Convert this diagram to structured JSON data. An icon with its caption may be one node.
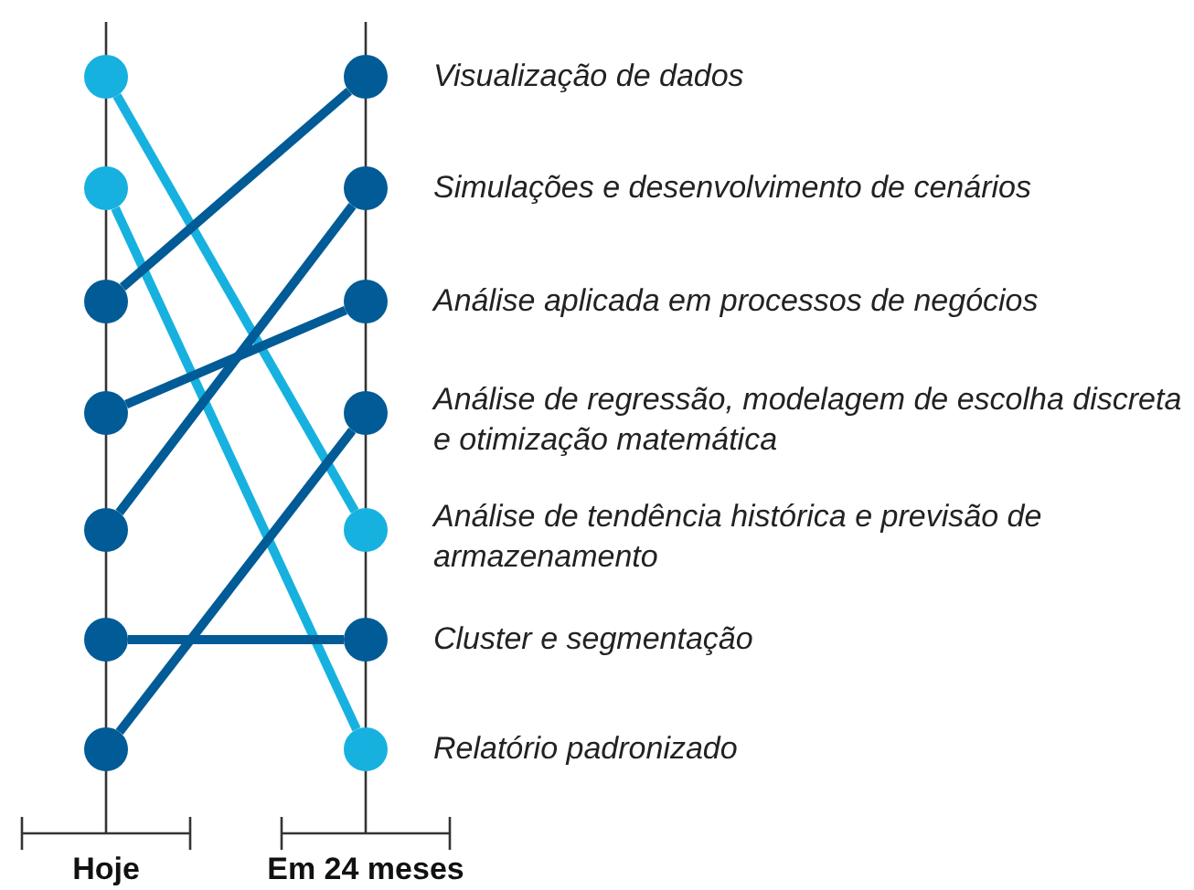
{
  "diagram": {
    "nodes": [
      {
        "text": [],
        "shape": "circle"
      },
      {
        "text": [],
        "shape": "circle"
      },
      {
        "text": [],
        "shape": "circle"
      },
      {
        "text": [],
        "shape": "circle"
      },
      {
        "text": [],
        "shape": "circle"
      },
      {
        "text": [],
        "shape": "circle"
      },
      {
        "text": [],
        "shape": "circle"
      },
      {
        "text": [],
        "shape": "circle",
        "beside": [
          "Visualização de dados"
        ]
      },
      {
        "text": [],
        "shape": "circle",
        "beside": [
          "Simulações e desenvolvimento de cenários"
        ]
      },
      {
        "text": [],
        "shape": "circle",
        "beside": [
          "Análise aplicada em processos de negócios"
        ]
      },
      {
        "text": [],
        "shape": "circle",
        "beside": [
          "Análise de regressão, modelagem de escolha discreta e otimização matemática"
        ]
      },
      {
        "text": [],
        "shape": "circle",
        "beside": [
          "Análise de tendência histórica e previsão de armazenamento"
        ]
      },
      {
        "text": [],
        "shape": "circle",
        "beside": [
          "Cluster e segmentação"
        ]
      },
      {
        "text": [],
        "shape": "circle",
        "beside": [
          "Relatório padronizado"
        ]
      }
    ],
    "edges": [
      {
        "from": 0,
        "to": 11,
        "arrow": "none",
        "color": "#17b1e0"
      },
      {
        "from": 1,
        "to": 13,
        "arrow": "none",
        "color": "#17b1e0"
      },
      {
        "from": 2,
        "to": 7,
        "arrow": "none"
      },
      {
        "from": 3,
        "to": 9,
        "arrow": "none"
      },
      {
        "from": 4,
        "to": 8,
        "arrow": "none"
      },
      {
        "from": 5,
        "to": 12,
        "arrow": "none"
      },
      {
        "from": 6,
        "to": 10,
        "arrow": "none"
      }
    ],
    "labels": [
      "Hoje",
      "Em 24 meses"
    ]
  }
}
